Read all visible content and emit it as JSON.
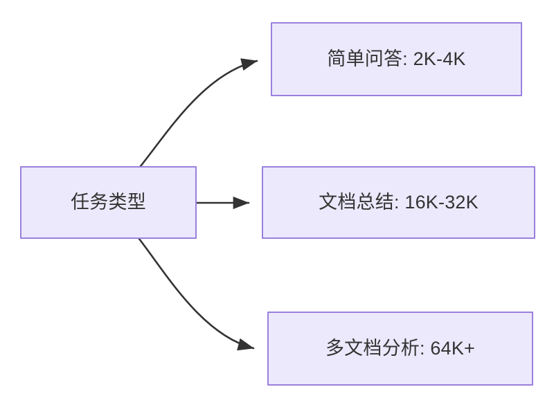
{
  "diagram": {
    "type": "flowchart",
    "direction": "left-to-right",
    "background_color": "#ffffff",
    "node_fill_color": "#ece9fc",
    "node_border_color": "#9a7fdc",
    "node_text_color": "#333333",
    "edge_color": "#333333",
    "nodes": {
      "root": {
        "id": "root",
        "label": "任务类型"
      },
      "simple_qa": {
        "id": "simple_qa",
        "label": "简单问答: 2K-4K"
      },
      "doc_summary": {
        "id": "doc_summary",
        "label": "文档总结: 16K-32K"
      },
      "multidoc_analysis": {
        "id": "multidoc_analysis",
        "label": "多文档分析: 64K+"
      }
    },
    "edges": [
      {
        "id": "edge-root-simple-qa",
        "from": "root",
        "to": "simple_qa",
        "label": "",
        "style": "curved",
        "arrow": "arrow-end"
      },
      {
        "id": "edge-root-doc-summary",
        "from": "root",
        "to": "doc_summary",
        "label": "",
        "style": "straight",
        "arrow": "arrow-end"
      },
      {
        "id": "edge-root-multidoc-analysis",
        "from": "root",
        "to": "multidoc_analysis",
        "label": "",
        "style": "curved",
        "arrow": "arrow-end"
      }
    ]
  }
}
